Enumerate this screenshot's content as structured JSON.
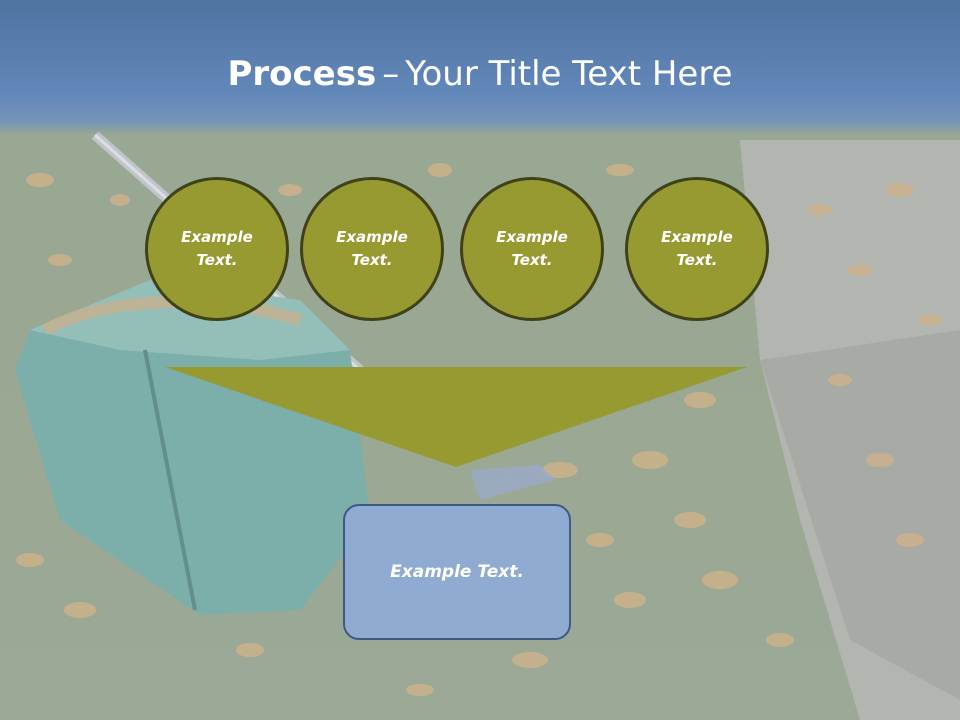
{
  "title": {
    "bold": "Process",
    "separator": "–",
    "rest": "Your Title Text Here"
  },
  "circles": [
    {
      "line1": "Example",
      "line2": "Text."
    },
    {
      "line1": "Example",
      "line2": "Text."
    },
    {
      "line1": "Example",
      "line2": "Text."
    },
    {
      "line1": "Example",
      "line2": "Text."
    }
  ],
  "result_box": {
    "text": "Example Text."
  },
  "colors": {
    "header": "#6287b9",
    "circle_fill": "#979a31",
    "circle_border": "#3f4218",
    "box_fill": "#8fabd1"
  }
}
